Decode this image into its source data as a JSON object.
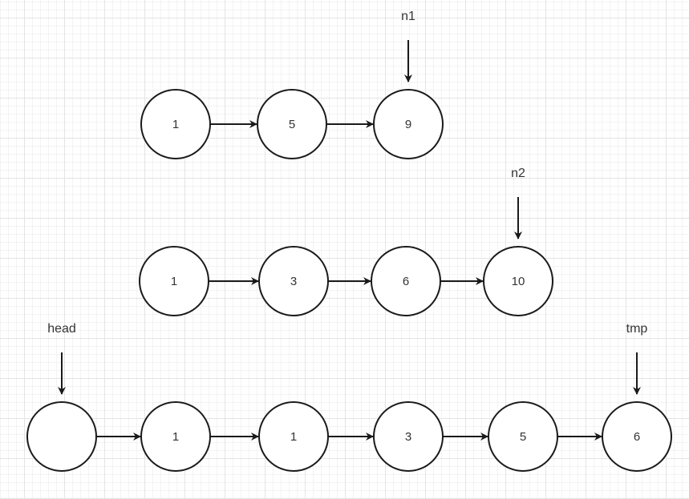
{
  "lists": [
    {
      "name": "list-n1",
      "nodes": [
        "1",
        "5",
        "9"
      ],
      "pointers": [
        {
          "label": "n1",
          "node_index": 2
        }
      ]
    },
    {
      "name": "list-n2",
      "nodes": [
        "1",
        "3",
        "6",
        "10"
      ],
      "pointers": [
        {
          "label": "n2",
          "node_index": 3
        }
      ]
    },
    {
      "name": "list-merged",
      "nodes": [
        "",
        "1",
        "1",
        "3",
        "5",
        "6"
      ],
      "pointers": [
        {
          "label": "head",
          "node_index": 0
        },
        {
          "label": "tmp",
          "node_index": 5
        }
      ]
    }
  ],
  "colors": {
    "stroke": "#1a1a1a",
    "text": "#333333",
    "grid_major": "#e4e4e4",
    "grid_minor": "#f3f3f3"
  }
}
